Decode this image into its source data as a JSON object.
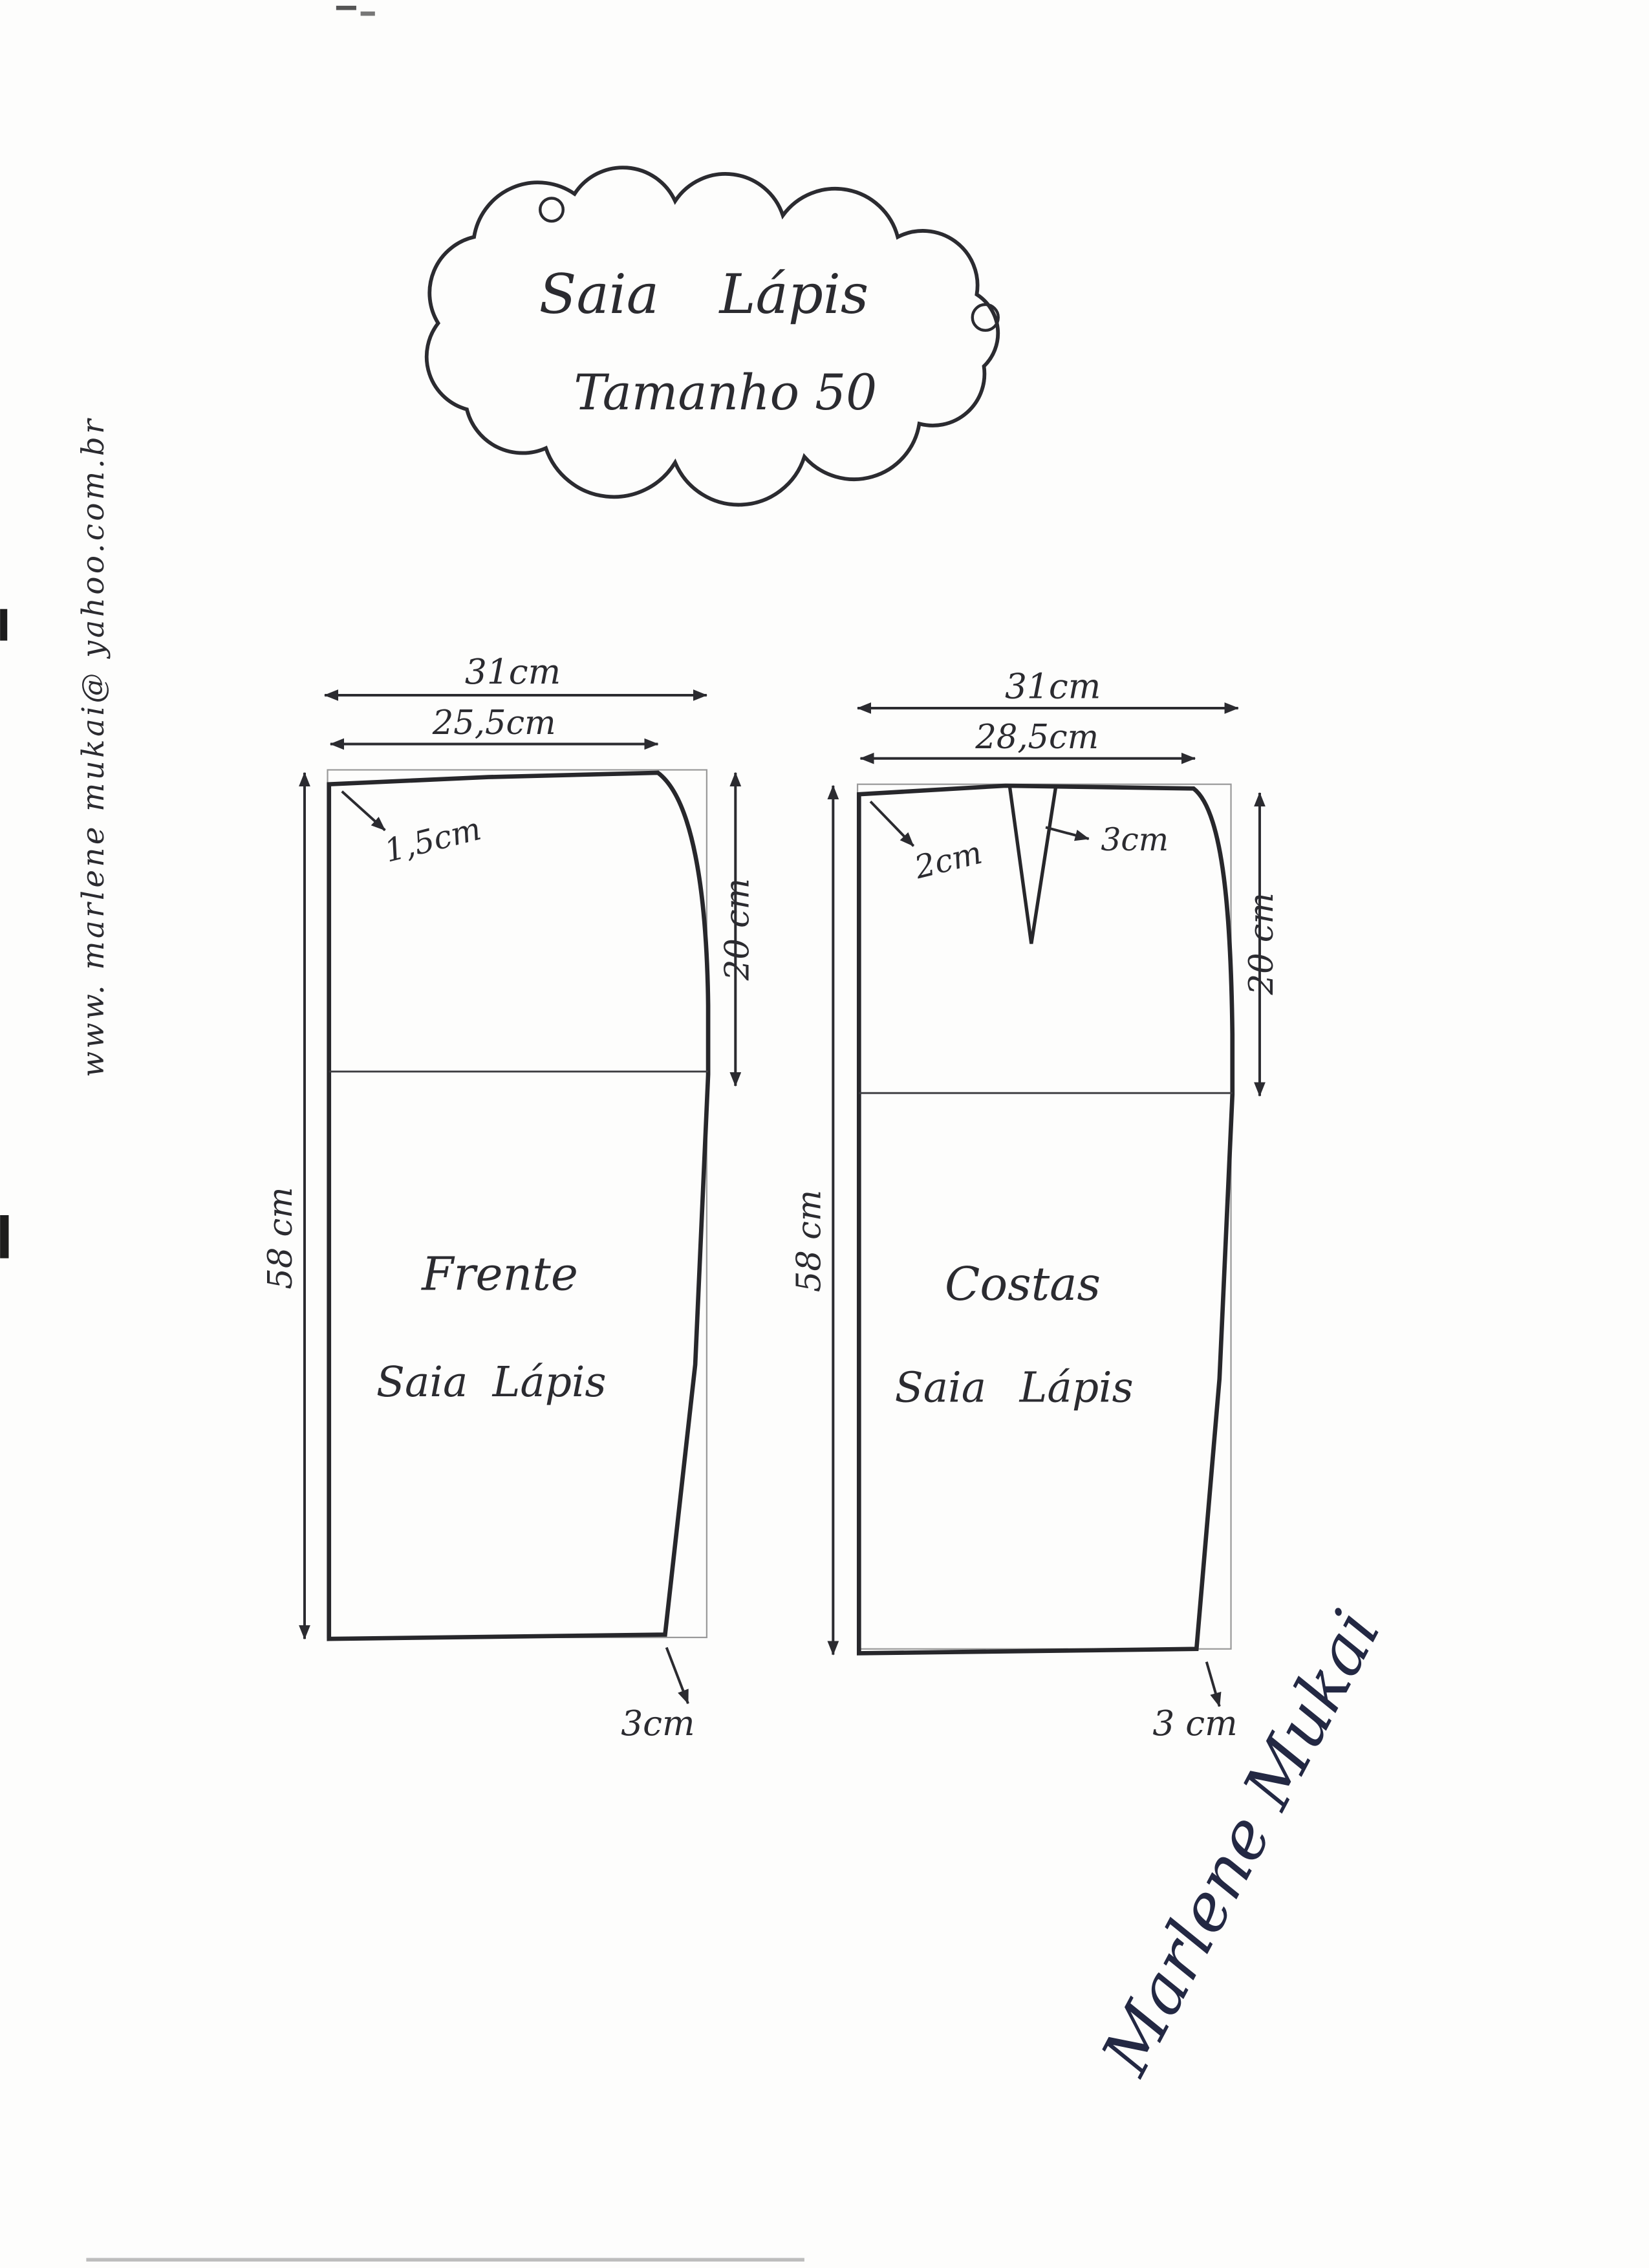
{
  "colors": {
    "paper": "#fdfdfc",
    "ink": "#2b2b30",
    "pencil_guide": "#9a9a9a",
    "signature_ink": "#232843"
  },
  "sidebar": {
    "website": "www. marlene mukai@ yahoo.com.br"
  },
  "cloud": {
    "title": "Saia Lápis",
    "subtitle": "Tamanho 50"
  },
  "front": {
    "width_hip": "31cm",
    "width_waist": "25,5cm",
    "waist_notch": "1,5cm",
    "hip_depth": "20 cm",
    "length": "58 cm",
    "hem_reduction": "3cm",
    "name": "Frente",
    "subname": "Saia Lápis"
  },
  "back": {
    "width_hip": "31cm",
    "width_waist": "28,5cm",
    "waist_notch": "2cm",
    "dart_width": "3cm",
    "hip_depth": "20 cm",
    "length": "58 cm",
    "hem_reduction": "3 cm",
    "name": "Costas",
    "subname": "Saia Lápis"
  },
  "signature": "Marlene Mukai"
}
